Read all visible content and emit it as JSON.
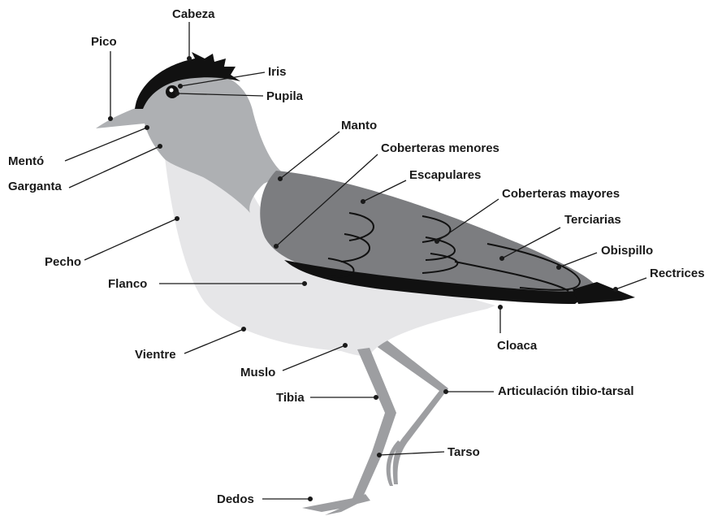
{
  "colors": {
    "body_light": "#e6e6e8",
    "head_gray": "#aeb0b3",
    "wing_gray": "#7c7d80",
    "leg_gray": "#9d9ea1",
    "crest_black": "#111111",
    "line_color": "#1a1a1a"
  },
  "labels": {
    "cabeza": "Cabeza",
    "pico": "Pico",
    "iris": "Iris",
    "pupila": "Pupila",
    "manto": "Manto",
    "coberteras_menores": "Coberteras menores",
    "mento": "Mentó",
    "garganta": "Garganta",
    "escapulares": "Escapulares",
    "coberteras_mayores": "Coberteras mayores",
    "terciarias": "Terciarias",
    "obispillo": "Obispillo",
    "rectrices": "Rectrices",
    "pecho": "Pecho",
    "flanco": "Flanco",
    "cloaca": "Cloaca",
    "vientre": "Vientre",
    "muslo": "Muslo",
    "tibia": "Tibia",
    "articulacion": "Articulación tibio-tarsal",
    "tarso": "Tarso",
    "dedos": "Dedos"
  }
}
